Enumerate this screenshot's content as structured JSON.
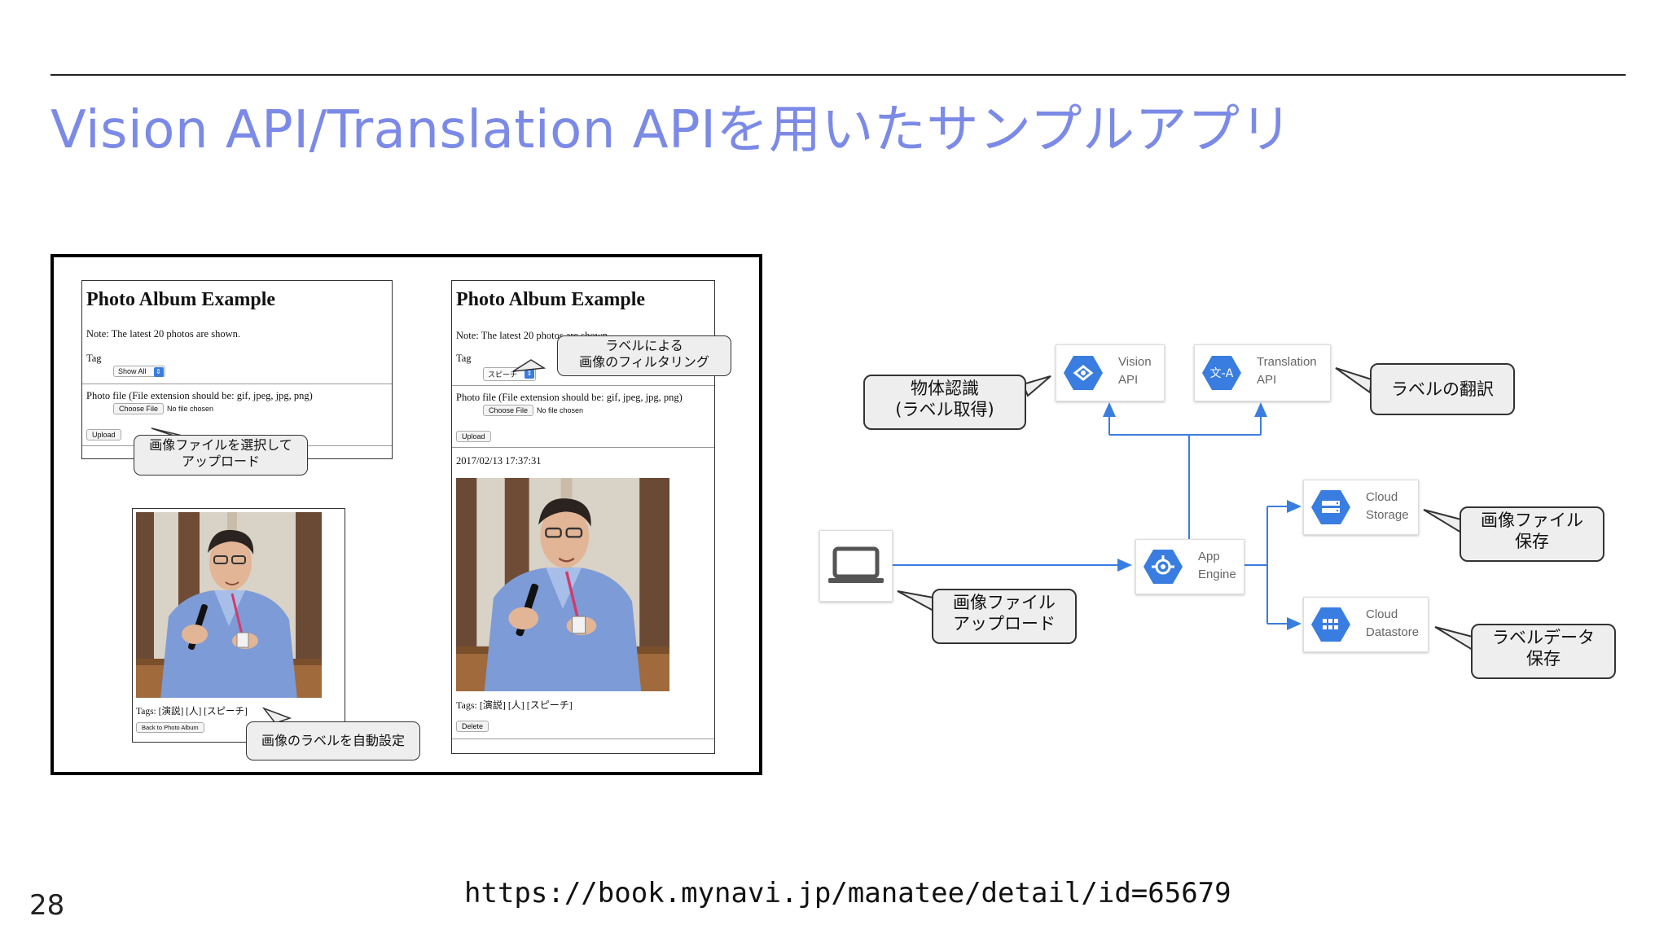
{
  "slide": {
    "title": "Vision API/Translation APIを用いたサンプルアプリ",
    "page_number": "28",
    "source_url": "https://book.mynavi.jp/manatee/detail/id=65679"
  },
  "app_screenshot": {
    "upload_page": {
      "title": "Photo Album Example",
      "note": "Note: The latest 20 photos are shown.",
      "tag_label": "Tag",
      "tag_select_value": "Show All",
      "photo_file_label": "Photo file (File extension should be: gif, jpeg, jpg, png)",
      "choose_file_label": "Choose File",
      "no_file_label": "No file chosen",
      "upload_label": "Upload"
    },
    "detail_page": {
      "tags_text": "Tags: [演説] [人] [スピーチ]",
      "back_label": "Back to Photo Album"
    },
    "filter_page": {
      "title": "Photo Album Example",
      "note": "Note: The latest 20 photos are shown.",
      "tag_label": "Tag",
      "tag_select_value": "スピーチ",
      "photo_file_label": "Photo file (File extension should be: gif, jpeg, jpg, png)",
      "choose_file_label": "Choose File",
      "no_file_label": "No file chosen",
      "upload_label": "Upload",
      "timestamp": "2017/02/13 17:37:31",
      "tags_text": "Tags: [演説] [人] [スピーチ]",
      "delete_label": "Delete"
    },
    "callouts": {
      "upload": [
        "画像ファイルを選択して",
        "アップロード"
      ],
      "auto_label": "画像のラベルを自動設定",
      "filter": [
        "ラベルによる",
        "画像のフィルタリング"
      ]
    }
  },
  "diagram": {
    "nodes": {
      "vision": [
        "Vision",
        "API"
      ],
      "translation": [
        "Translation",
        "API"
      ],
      "app_engine": [
        "App",
        "Engine"
      ],
      "storage": [
        "Cloud",
        "Storage"
      ],
      "datastore": [
        "Cloud",
        "Datastore"
      ]
    },
    "translation_icon_text": "文-A",
    "callouts": {
      "object_recognition": [
        "物体認識",
        "(ラベル取得)"
      ],
      "label_translation": "ラベルの翻訳",
      "image_upload": [
        "画像ファイル",
        "アップロード"
      ],
      "image_save": [
        "画像ファイル",
        "保存"
      ],
      "label_data_save": [
        "ラベルデータ",
        "保存"
      ]
    },
    "colors": {
      "gcp_blue": "#3a7de0",
      "arrow": "#3a7de0"
    }
  }
}
